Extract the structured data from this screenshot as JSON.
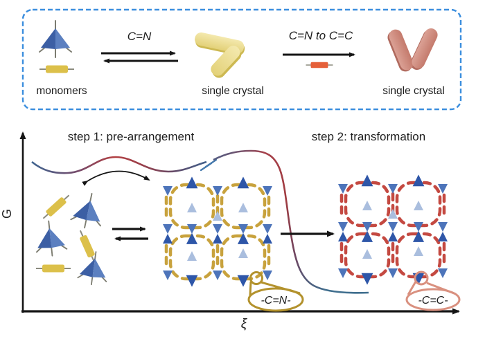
{
  "figure": {
    "scheme": {
      "monomers_label": "monomers",
      "reaction1": "C=N",
      "crystal1": "single crystal",
      "reaction2": "C=N to C=C",
      "crystal2": "single crystal"
    },
    "landscape": {
      "step1": "step 1: pre-arrangement",
      "step2": "step 2: transformation",
      "y_label": "G",
      "x_label": "ξ",
      "zoom_cn": "-C=N-",
      "zoom_cc": "-C=C-"
    },
    "colors": {
      "box_border": "#3b8ede",
      "monomer_blue_dark": "#3c5fa4",
      "monomer_blue_light": "#5c80c0",
      "monomer_yellow": "#dcc04a",
      "linker_orange": "#e5603a",
      "crystal_yellow": "#eee2a0",
      "crystal_salmon": "#cd8173",
      "net_cn": "#c49b2d",
      "net_cc": "#bf3a31",
      "curve_blue": "#3f6490",
      "curve_red": "#b23f42",
      "magnifier_cn": "#b3922d",
      "magnifier_cc": "#d9907f"
    }
  }
}
